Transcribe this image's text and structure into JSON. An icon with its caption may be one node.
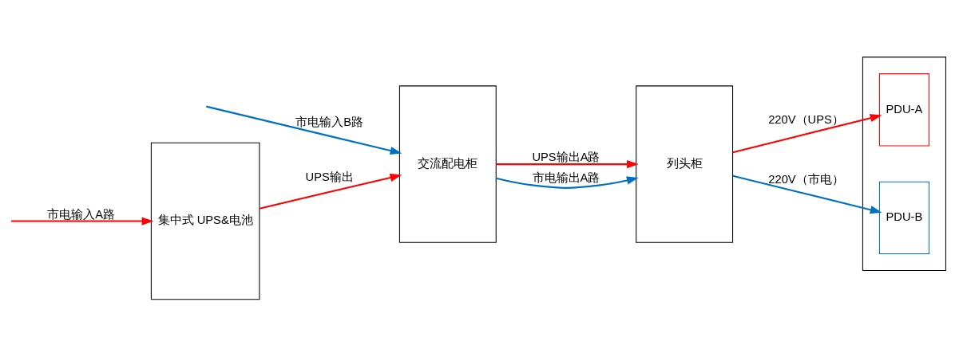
{
  "diagram": {
    "nodes": [
      {
        "text": [
          "集中式 UPS&电池"
        ]
      },
      {
        "text": [
          "交流配电柜"
        ]
      },
      {
        "text": [
          "列头柜"
        ]
      },
      {
        "text": [],
        "shape": "box"
      },
      {
        "text": [
          "PDU-A"
        ],
        "in": 3
      },
      {
        "text": [
          "PDU-B"
        ],
        "in": 3
      }
    ],
    "edges": [
      {
        "from": null,
        "to": 0,
        "arrow": "to",
        "label": "市电输入A路",
        "color": "#ff0000"
      },
      {
        "from": 0,
        "to": 1,
        "arrow": "to",
        "label": "UPS输出",
        "color": "#ff0000"
      },
      {
        "from": null,
        "to": 1,
        "arrow": "to",
        "label": "市电输入B路",
        "color": "#0070c0"
      },
      {
        "from": 1,
        "to": 2,
        "arrow": "to",
        "label": "UPS输出A路",
        "color": "#ff0000"
      },
      {
        "from": 1,
        "to": 2,
        "arrow": "to",
        "label": "市电输出A路",
        "color": "#0070c0"
      },
      {
        "from": 2,
        "to": 4,
        "arrow": "to",
        "label": "220V（UPS）",
        "color": "#ff0000"
      },
      {
        "from": 2,
        "to": 5,
        "arrow": "to",
        "label": "220V（市电）",
        "color": "#0070c0"
      }
    ]
  }
}
